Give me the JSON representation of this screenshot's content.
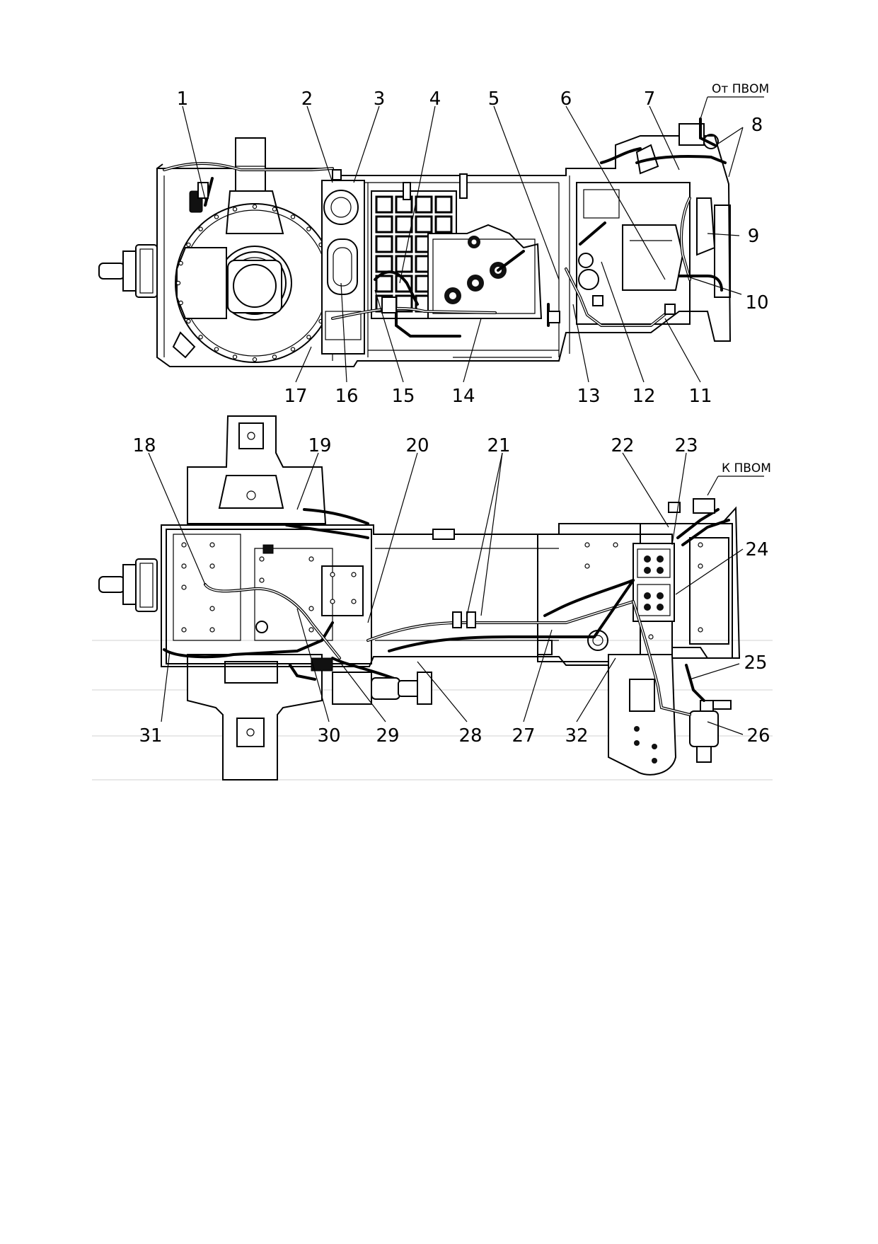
{
  "figure": {
    "top_view": {
      "corner_tag": "От ПВОМ",
      "callouts": [
        "1",
        "2",
        "3",
        "4",
        "5",
        "6",
        "7",
        "8",
        "9",
        "10",
        "11",
        "12",
        "13",
        "14",
        "15",
        "16",
        "17"
      ]
    },
    "bottom_view": {
      "corner_tag": "К ПВОМ",
      "callouts": [
        "18",
        "19",
        "20",
        "21",
        "22",
        "23",
        "24",
        "25",
        "26",
        "27",
        "28",
        "29",
        "30",
        "31",
        "32"
      ]
    }
  }
}
